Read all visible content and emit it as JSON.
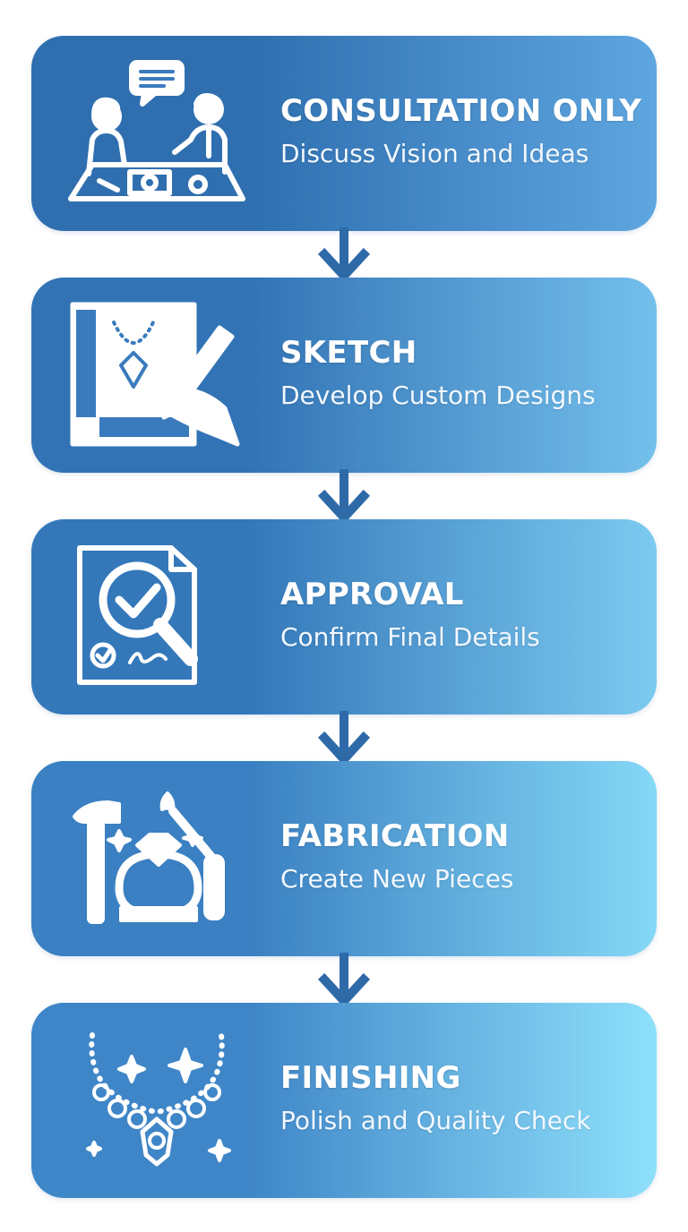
{
  "steps": [
    {
      "title": "CONSULTATION ONLY",
      "subtitle": "Discuss Vision and Ideas",
      "icon": "consultation-icon",
      "gradient": [
        "#2f6fb0",
        "#5ea6e0"
      ]
    },
    {
      "title": "SKETCH",
      "subtitle": "Develop Custom Designs",
      "icon": "sketch-icon",
      "gradient": [
        "#3273b5",
        "#74c0ec"
      ]
    },
    {
      "title": "APPROVAL",
      "subtitle": "Confirm Final Details",
      "icon": "approval-icon",
      "gradient": [
        "#3478ba",
        "#7ccaf0"
      ]
    },
    {
      "title": "FABRICATION",
      "subtitle": "Create New Pieces",
      "icon": "fabrication-icon",
      "gradient": [
        "#3a80c2",
        "#85d8f6"
      ]
    },
    {
      "title": "FINISHING",
      "subtitle": "Polish and Quality Check",
      "icon": "finishing-icon",
      "gradient": [
        "#3f86c8",
        "#8ee0fb"
      ]
    }
  ],
  "colors": {
    "arrow": "#2f6aa8",
    "icon": "#ffffff"
  }
}
